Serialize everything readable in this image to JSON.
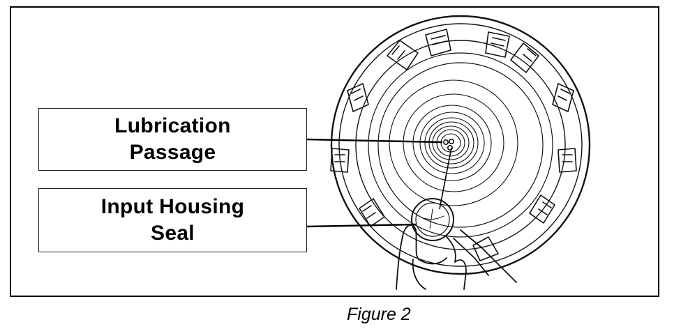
{
  "figure": {
    "caption": "Figure 2"
  },
  "callouts": {
    "lubrication": {
      "line1": "Lubrication",
      "line2": "Passage"
    },
    "seal": {
      "line1": "Input Housing",
      "line2": "Seal"
    }
  },
  "colors": {
    "ink": "#000000",
    "paper": "#ffffff"
  }
}
